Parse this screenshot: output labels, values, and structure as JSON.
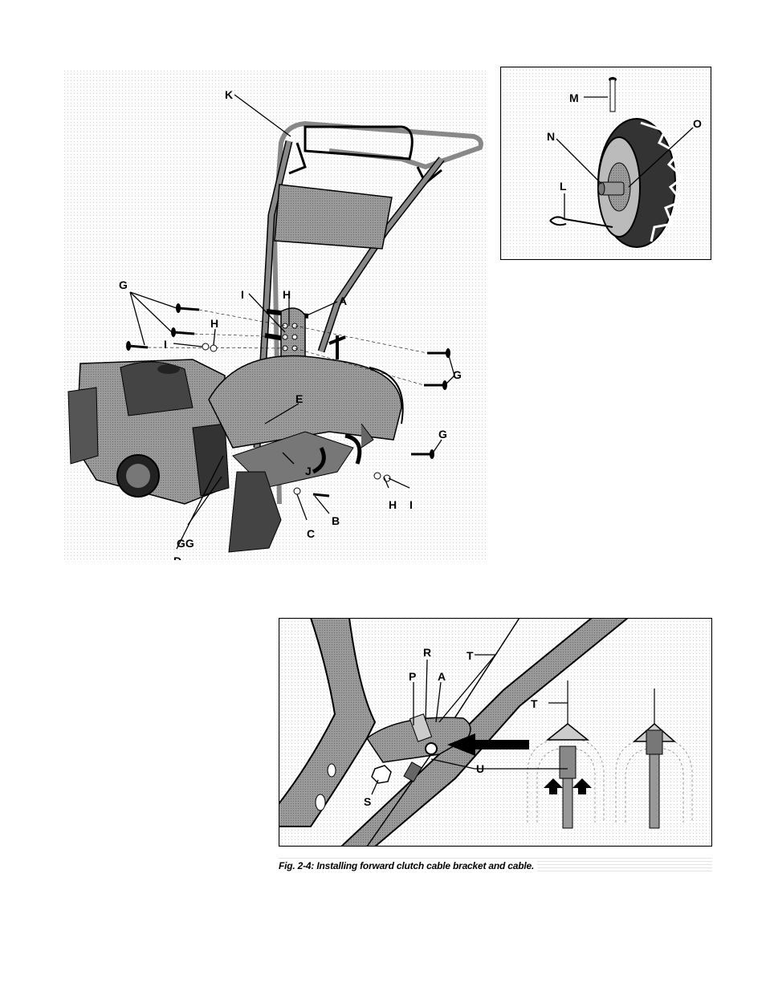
{
  "main_figure": {
    "labels": {
      "K": "K",
      "A": "A",
      "H": "H",
      "I": "I",
      "G": "G",
      "E": "E",
      "J": "J",
      "B": "B",
      "C": "C",
      "D": "D",
      "GG": "GG"
    }
  },
  "wheel_inset": {
    "labels": {
      "M": "M",
      "N": "N",
      "O": "O",
      "L": "L"
    }
  },
  "cable_figure": {
    "labels": {
      "R": "R",
      "T": "T",
      "P": "P",
      "A": "A",
      "U": "U",
      "S": "S"
    },
    "caption": "Fig. 2-4: Installing forward clutch cable bracket and cable."
  },
  "colors": {
    "ink": "#000000",
    "fill_gray": "#8a8a8a",
    "dark_gray": "#3a3a3a",
    "paper": "#ffffff"
  }
}
